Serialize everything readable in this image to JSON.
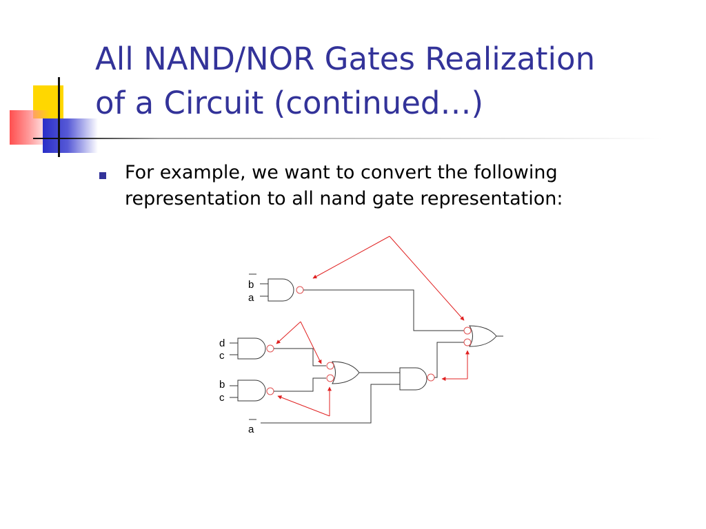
{
  "title": {
    "line1": "All NAND/NOR Gates Realization",
    "line2": "of a Circuit (continued…)"
  },
  "bullet": {
    "line1": "For example, we want to convert the following",
    "line2": "representation to all nand gate representation:"
  },
  "circuit": {
    "gate1_inputs": [
      "b",
      "a"
    ],
    "gate2_inputs": [
      "d",
      "c"
    ],
    "gate3_inputs": [
      "b",
      "c"
    ],
    "input_bottom": "a",
    "gate1_negated_inputs": [
      "b"
    ],
    "bottom_input_negated": true
  },
  "colors": {
    "title": "#333399",
    "bullet": "#333399",
    "annotation_arrows": "#e02020",
    "wires": "#333333"
  }
}
